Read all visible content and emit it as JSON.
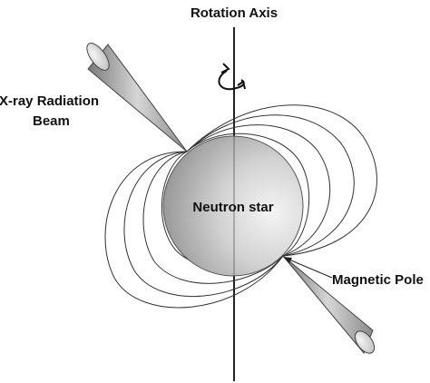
{
  "labels": {
    "rotation_axis": "Rotation Axis",
    "xray_line1": "X-ray Radiation",
    "xray_line2": "Beam",
    "neutron_star": "Neutron star",
    "magnetic_pole": "Magnetic Pole"
  },
  "icons": {
    "rotation_arrow": "curved-rotation-arrow-icon"
  },
  "colors": {
    "star_light": "#f2f2f2",
    "star_mid": "#c8c8c8",
    "star_dark": "#8e8e8e",
    "line": "#222222",
    "field_line": "#333333",
    "text": "#111111"
  }
}
